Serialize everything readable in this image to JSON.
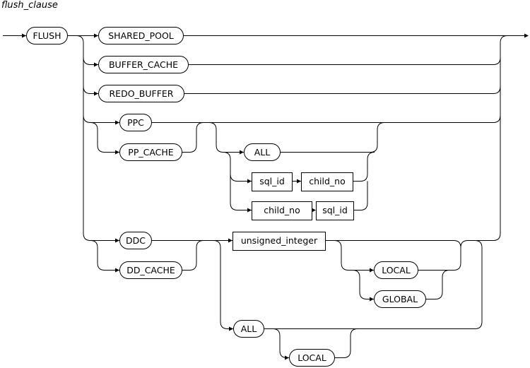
{
  "title": "flush_clause",
  "keywords": {
    "flush": "FLUSH",
    "shared_pool": "SHARED_POOL",
    "buffer_cache": "BUFFER_CACHE",
    "redo_buffer": "REDO_BUFFER",
    "ppc": "PPC",
    "pp_cache": "PP_CACHE",
    "all_pp": "ALL",
    "ddc": "DDC",
    "dd_cache": "DD_CACHE",
    "local_1": "LOCAL",
    "global": "GLOBAL",
    "all_dd": "ALL",
    "local_2": "LOCAL"
  },
  "nonterminals": {
    "sql_id_1": "sql_id",
    "child_no_1": "child_no",
    "child_no_2": "child_no",
    "sql_id_2": "sql_id",
    "unsigned_integer": "unsigned_integer"
  }
}
